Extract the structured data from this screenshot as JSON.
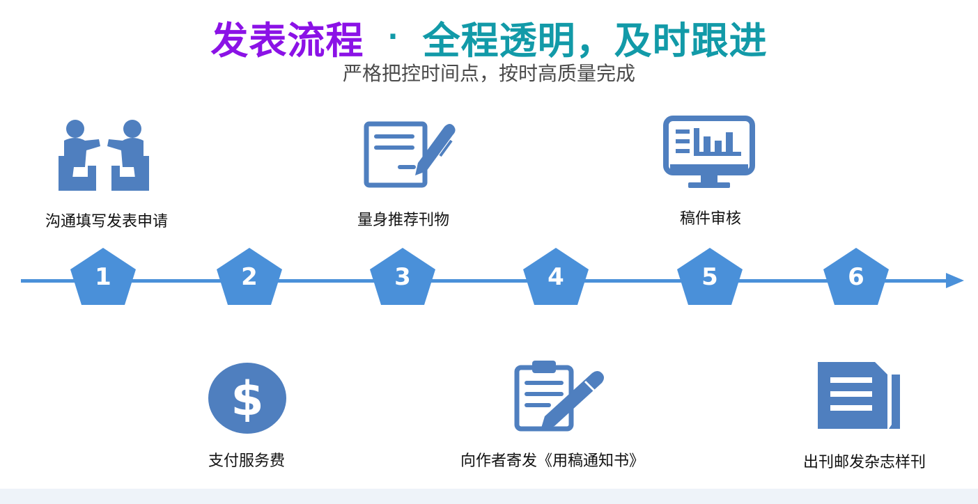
{
  "title": {
    "part1": "发表流程",
    "separator": "·",
    "part2": "全程透明，及时跟进"
  },
  "subtitle": "严格把控时间点，按时高质量完成",
  "colors": {
    "title_part1": "#8b12e6",
    "title_part2": "#129aa8",
    "accent": "#4a90d9",
    "icon": "#4f7fbf"
  },
  "steps": [
    {
      "number": "1",
      "label": "沟通填写发表申请",
      "icon": "consultation-icon"
    },
    {
      "number": "2",
      "label": "支付服务费",
      "icon": "dollar-icon"
    },
    {
      "number": "3",
      "label": "量身推荐刊物",
      "icon": "write-document-icon"
    },
    {
      "number": "4",
      "label": "向作者寄发《用稿通知书》",
      "icon": "clipboard-pencil-icon"
    },
    {
      "number": "5",
      "label": "稿件审核",
      "icon": "monitor-review-icon"
    },
    {
      "number": "6",
      "label": "出刊邮发杂志样刊",
      "icon": "newspaper-icon"
    }
  ]
}
